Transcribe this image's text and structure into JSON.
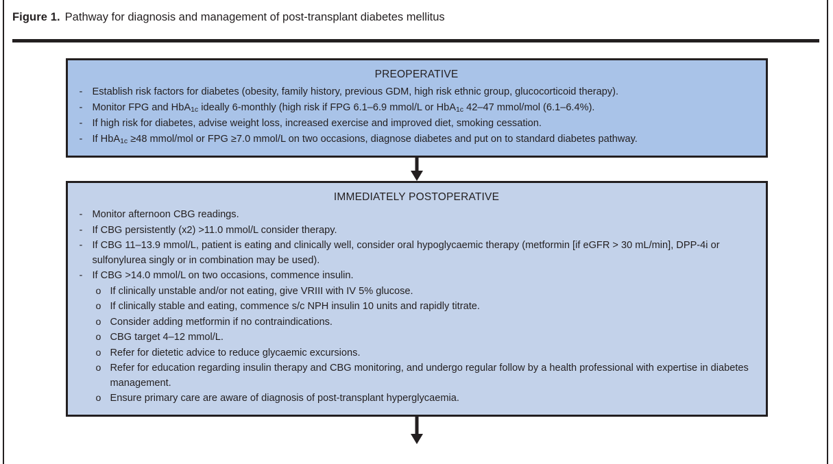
{
  "figure": {
    "label": "Figure 1.",
    "title": "Pathway for diagnosis and management of post-transplant diabetes mellitus"
  },
  "colors": {
    "box_fill_preoperative": "#a9c3e8",
    "box_fill_postoperative": "#c3d2ea",
    "box_border": "#231f20",
    "text": "#231f20",
    "rule": "#231f20"
  },
  "boxes": [
    {
      "id": "preoperative",
      "title": "PREOPERATIVE",
      "items": [
        {
          "marker": "-",
          "level": 1,
          "text": "Establish risk factors for diabetes (obesity, family history, previous GDM, high risk ethnic group, glucocorticoid therapy)."
        },
        {
          "marker": "-",
          "level": 1,
          "html": "Monitor FPG and HbA<sub>1c</sub> ideally 6-monthly (high risk if FPG 6.1–6.9 mmol/L or HbA<sub>1c</sub> 42–47 mmol/mol (6.1–6.4%)."
        },
        {
          "marker": "-",
          "level": 1,
          "text": "If high risk for diabetes, advise weight loss, increased exercise and improved diet, smoking cessation."
        },
        {
          "marker": "-",
          "level": 1,
          "html": "If HbA<sub>1c</sub> ≥48 mmol/mol or FPG ≥7.0 mmol/L on two occasions, diagnose diabetes and put on to standard diabetes pathway."
        }
      ]
    },
    {
      "id": "immediately-postoperative",
      "title": "IMMEDIATELY POSTOPERATIVE",
      "items": [
        {
          "marker": "-",
          "level": 1,
          "text": "Monitor afternoon CBG readings."
        },
        {
          "marker": "-",
          "level": 1,
          "text": "If CBG persistently (x2) >11.0 mmol/L consider therapy."
        },
        {
          "marker": "-",
          "level": 1,
          "text": "If CBG 11–13.9 mmol/L, patient is eating and clinically well, consider oral hypoglycaemic therapy (metformin [if eGFR > 30 mL/min], DPP-4i or sulfonylurea singly or in combination may be used)."
        },
        {
          "marker": "-",
          "level": 1,
          "text": "If CBG >14.0 mmol/L on two occasions, commence insulin."
        },
        {
          "marker": "o",
          "level": 2,
          "text": "If clinically unstable and/or not eating, give VRIII with IV 5% glucose."
        },
        {
          "marker": "o",
          "level": 2,
          "text": "If clinically stable and eating, commence s/c NPH insulin 10 units and rapidly titrate."
        },
        {
          "marker": "o",
          "level": 2,
          "text": "Consider adding metformin if no contraindications."
        },
        {
          "marker": "o",
          "level": 2,
          "text": "CBG target 4–12 mmol/L."
        },
        {
          "marker": "o",
          "level": 2,
          "text": "Refer for dietetic advice to reduce glycaemic excursions."
        },
        {
          "marker": "o",
          "level": 2,
          "text": "Refer for education regarding insulin therapy and CBG monitoring, and undergo regular follow by a health professional with expertise in diabetes management."
        },
        {
          "marker": "o",
          "level": 2,
          "text": "Ensure primary care are aware of diagnosis of post-transplant hyperglycaemia."
        }
      ]
    }
  ],
  "connectors": [
    {
      "id": "arrow-preop-to-postop",
      "direction": "down"
    },
    {
      "id": "arrow-postop-to-next",
      "direction": "down"
    }
  ]
}
